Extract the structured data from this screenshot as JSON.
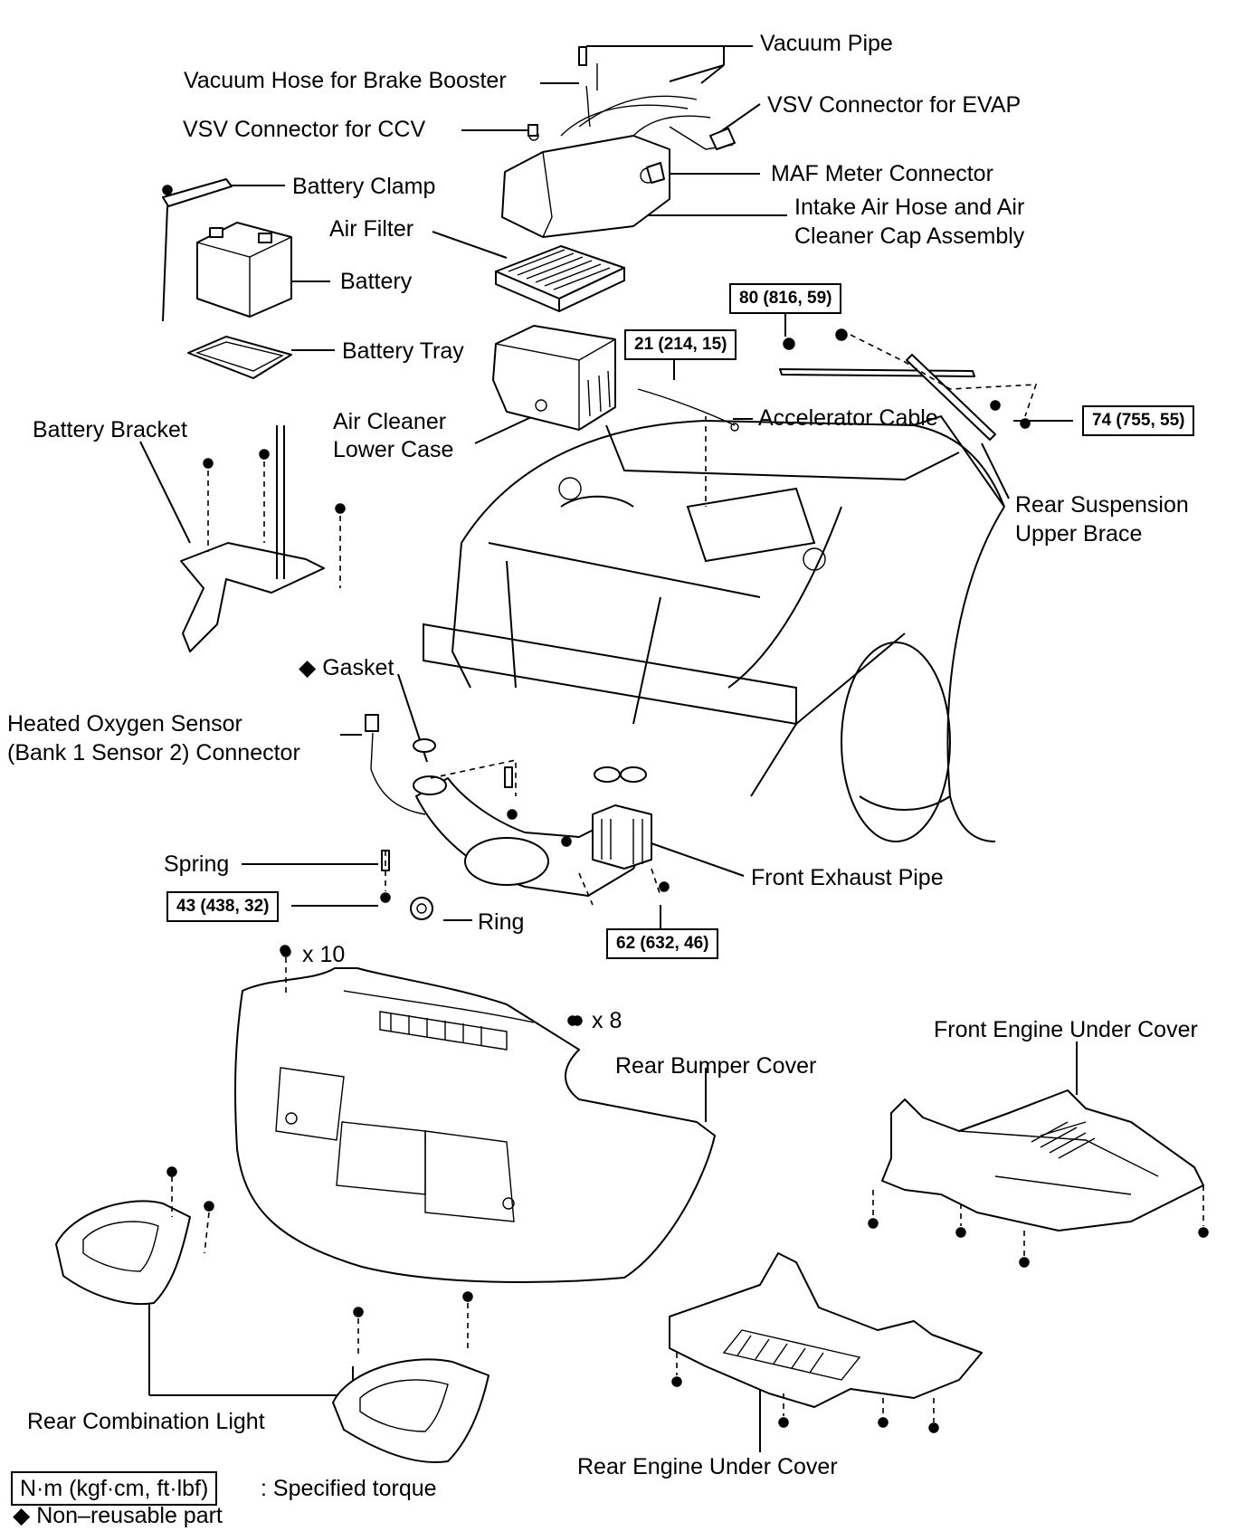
{
  "labels": {
    "vacuum_pipe": "Vacuum Pipe",
    "vacuum_hose": "Vacuum Hose for Brake Booster",
    "vsv_evap": "VSV Connector for EVAP",
    "vsv_ccv": "VSV Connector for CCV",
    "maf": "MAF Meter Connector",
    "battery_clamp": "Battery Clamp",
    "intake_line1": "Intake Air Hose and Air",
    "intake_line2": "Cleaner Cap Assembly",
    "air_filter": "Air Filter",
    "battery": "Battery",
    "battery_tray": "Battery Tray",
    "battery_bracket": "Battery Bracket",
    "lower_case_line1": "Air Cleaner",
    "lower_case_line2": "Lower Case",
    "accel_cable": "Accelerator Cable",
    "rear_susp_line1": "Rear Suspension",
    "rear_susp_line2": "Upper Brace",
    "gasket": "Gasket",
    "ho2s_line1": "Heated Oxygen Sensor",
    "ho2s_line2": "(Bank 1 Sensor 2) Connector",
    "spring": "Spring",
    "front_exhaust": "Front Exhaust Pipe",
    "ring": "Ring",
    "x10": "x 10",
    "x8": "x 8",
    "front_under_cover": "Front Engine Under Cover",
    "rear_bumper": "Rear Bumper Cover",
    "rear_combo_light": "Rear Combination Light",
    "rear_under_cover": "Rear Engine Under Cover"
  },
  "torques": {
    "t80": "80 (816, 59)",
    "t21": "21 (214, 15)",
    "t74": "74 (755, 55)",
    "t43": "43 (438, 32)",
    "t62": "62 (632, 46)"
  },
  "legend": {
    "unit_box": "N·m (kgf·cm, ft·lbf)",
    "unit_text": ": Specified torque",
    "diamond": "◆",
    "nonreusable": "Non–reusable part"
  }
}
